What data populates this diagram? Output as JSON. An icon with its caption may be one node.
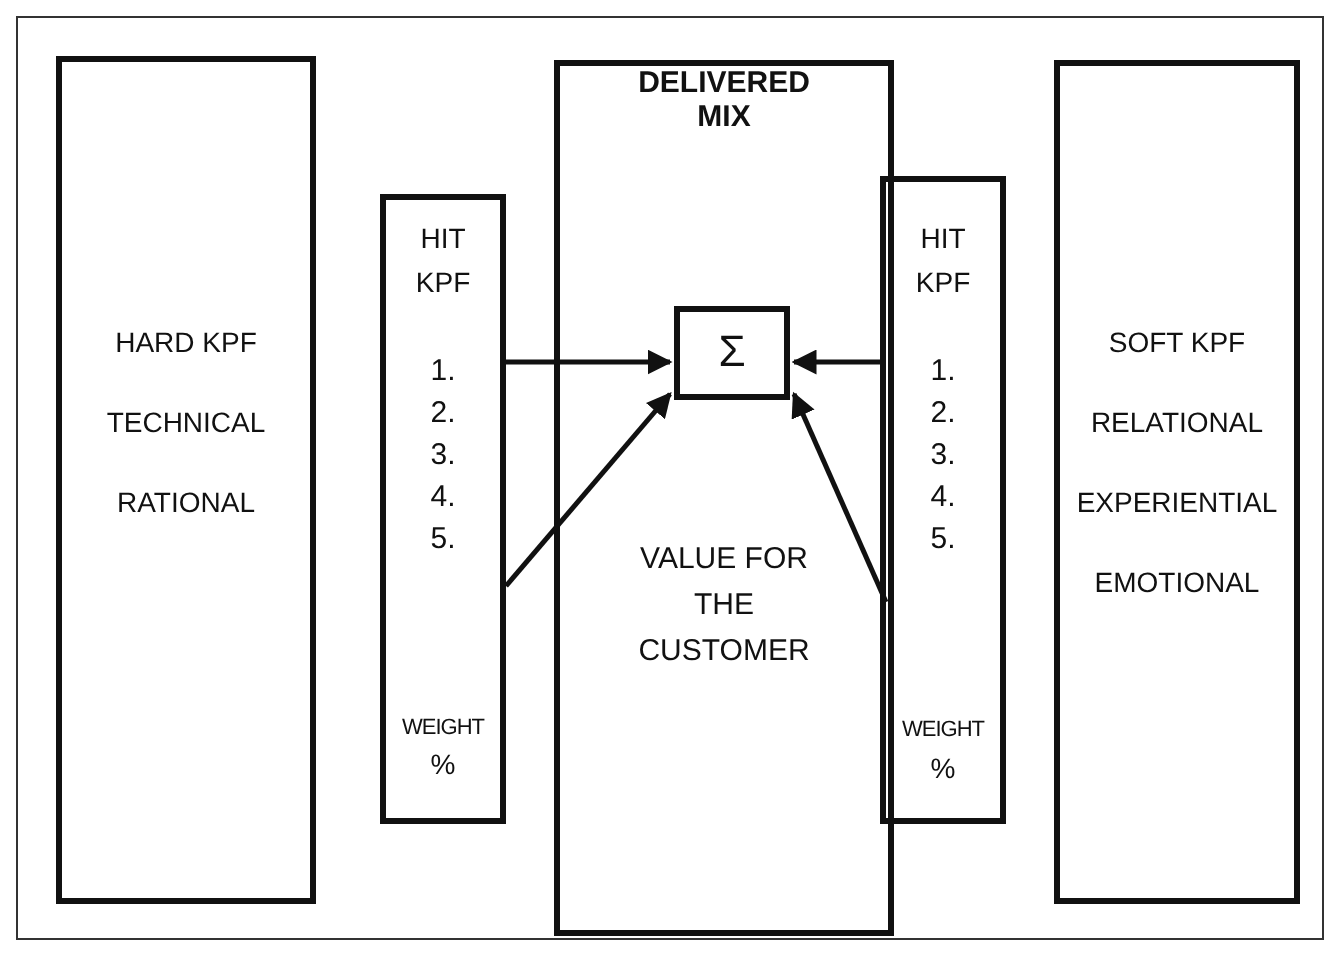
{
  "diagram": {
    "nodes": [
      {
        "text": [
          "HARD KPF",
          "TECHNICAL",
          "RATIONAL"
        ]
      },
      {
        "text": [
          "HIT KPF",
          "1. 2. 3. 4. 5.",
          "WEIGHT",
          "%"
        ]
      },
      {
        "text": [
          "DELIVERED MIX",
          "VALUE FOR THE CUSTOMER"
        ]
      },
      {
        "text": [
          "Σ"
        ],
        "in": 2
      },
      {
        "text": [
          "HIT KPF",
          "1. 2. 3. 4. 5.",
          "WEIGHT",
          "%"
        ]
      },
      {
        "text": [
          "SOFT KPF",
          "RELATIONAL",
          "EXPERIENTIAL",
          "EMOTIONAL"
        ]
      }
    ],
    "edges": [
      {
        "from": 1,
        "to": 3,
        "arrow": "to"
      },
      {
        "from": 1,
        "to": 3,
        "arrow": "to"
      },
      {
        "from": 4,
        "to": 3,
        "arrow": "to"
      },
      {
        "from": 4,
        "to": 3,
        "arrow": "to"
      }
    ]
  }
}
